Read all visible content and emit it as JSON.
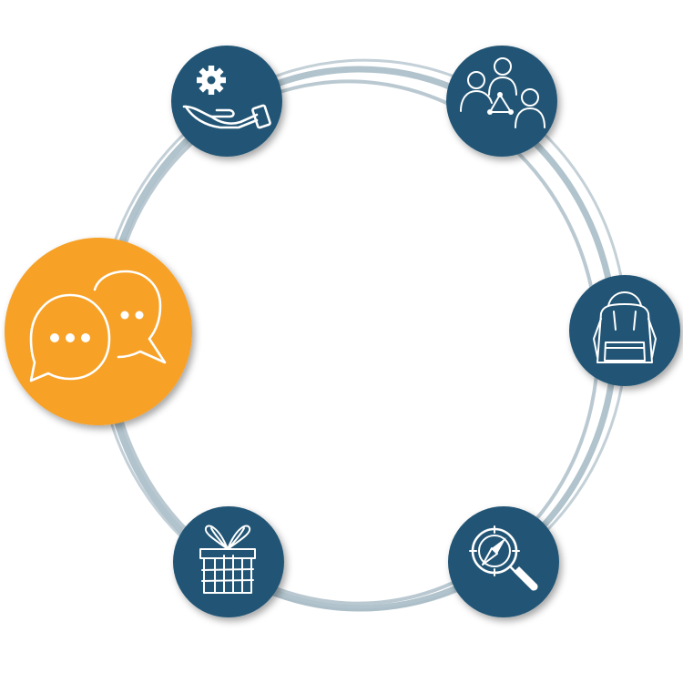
{
  "colors": {
    "ring": "#a9bcc6",
    "node_default": "#235575",
    "node_active": "#f7a128",
    "icon": "#ffffff",
    "background": "#ffffff"
  },
  "nodes": [
    {
      "id": "support",
      "icon": "hand-gear-icon",
      "active": false
    },
    {
      "id": "team",
      "icon": "team-network-icon",
      "active": false
    },
    {
      "id": "backpack",
      "icon": "backpack-icon",
      "active": false
    },
    {
      "id": "explore",
      "icon": "compass-magnifier-icon",
      "active": false
    },
    {
      "id": "gift",
      "icon": "gift-icon",
      "active": false
    },
    {
      "id": "chat",
      "icon": "chat-bubbles-icon",
      "active": true
    }
  ]
}
